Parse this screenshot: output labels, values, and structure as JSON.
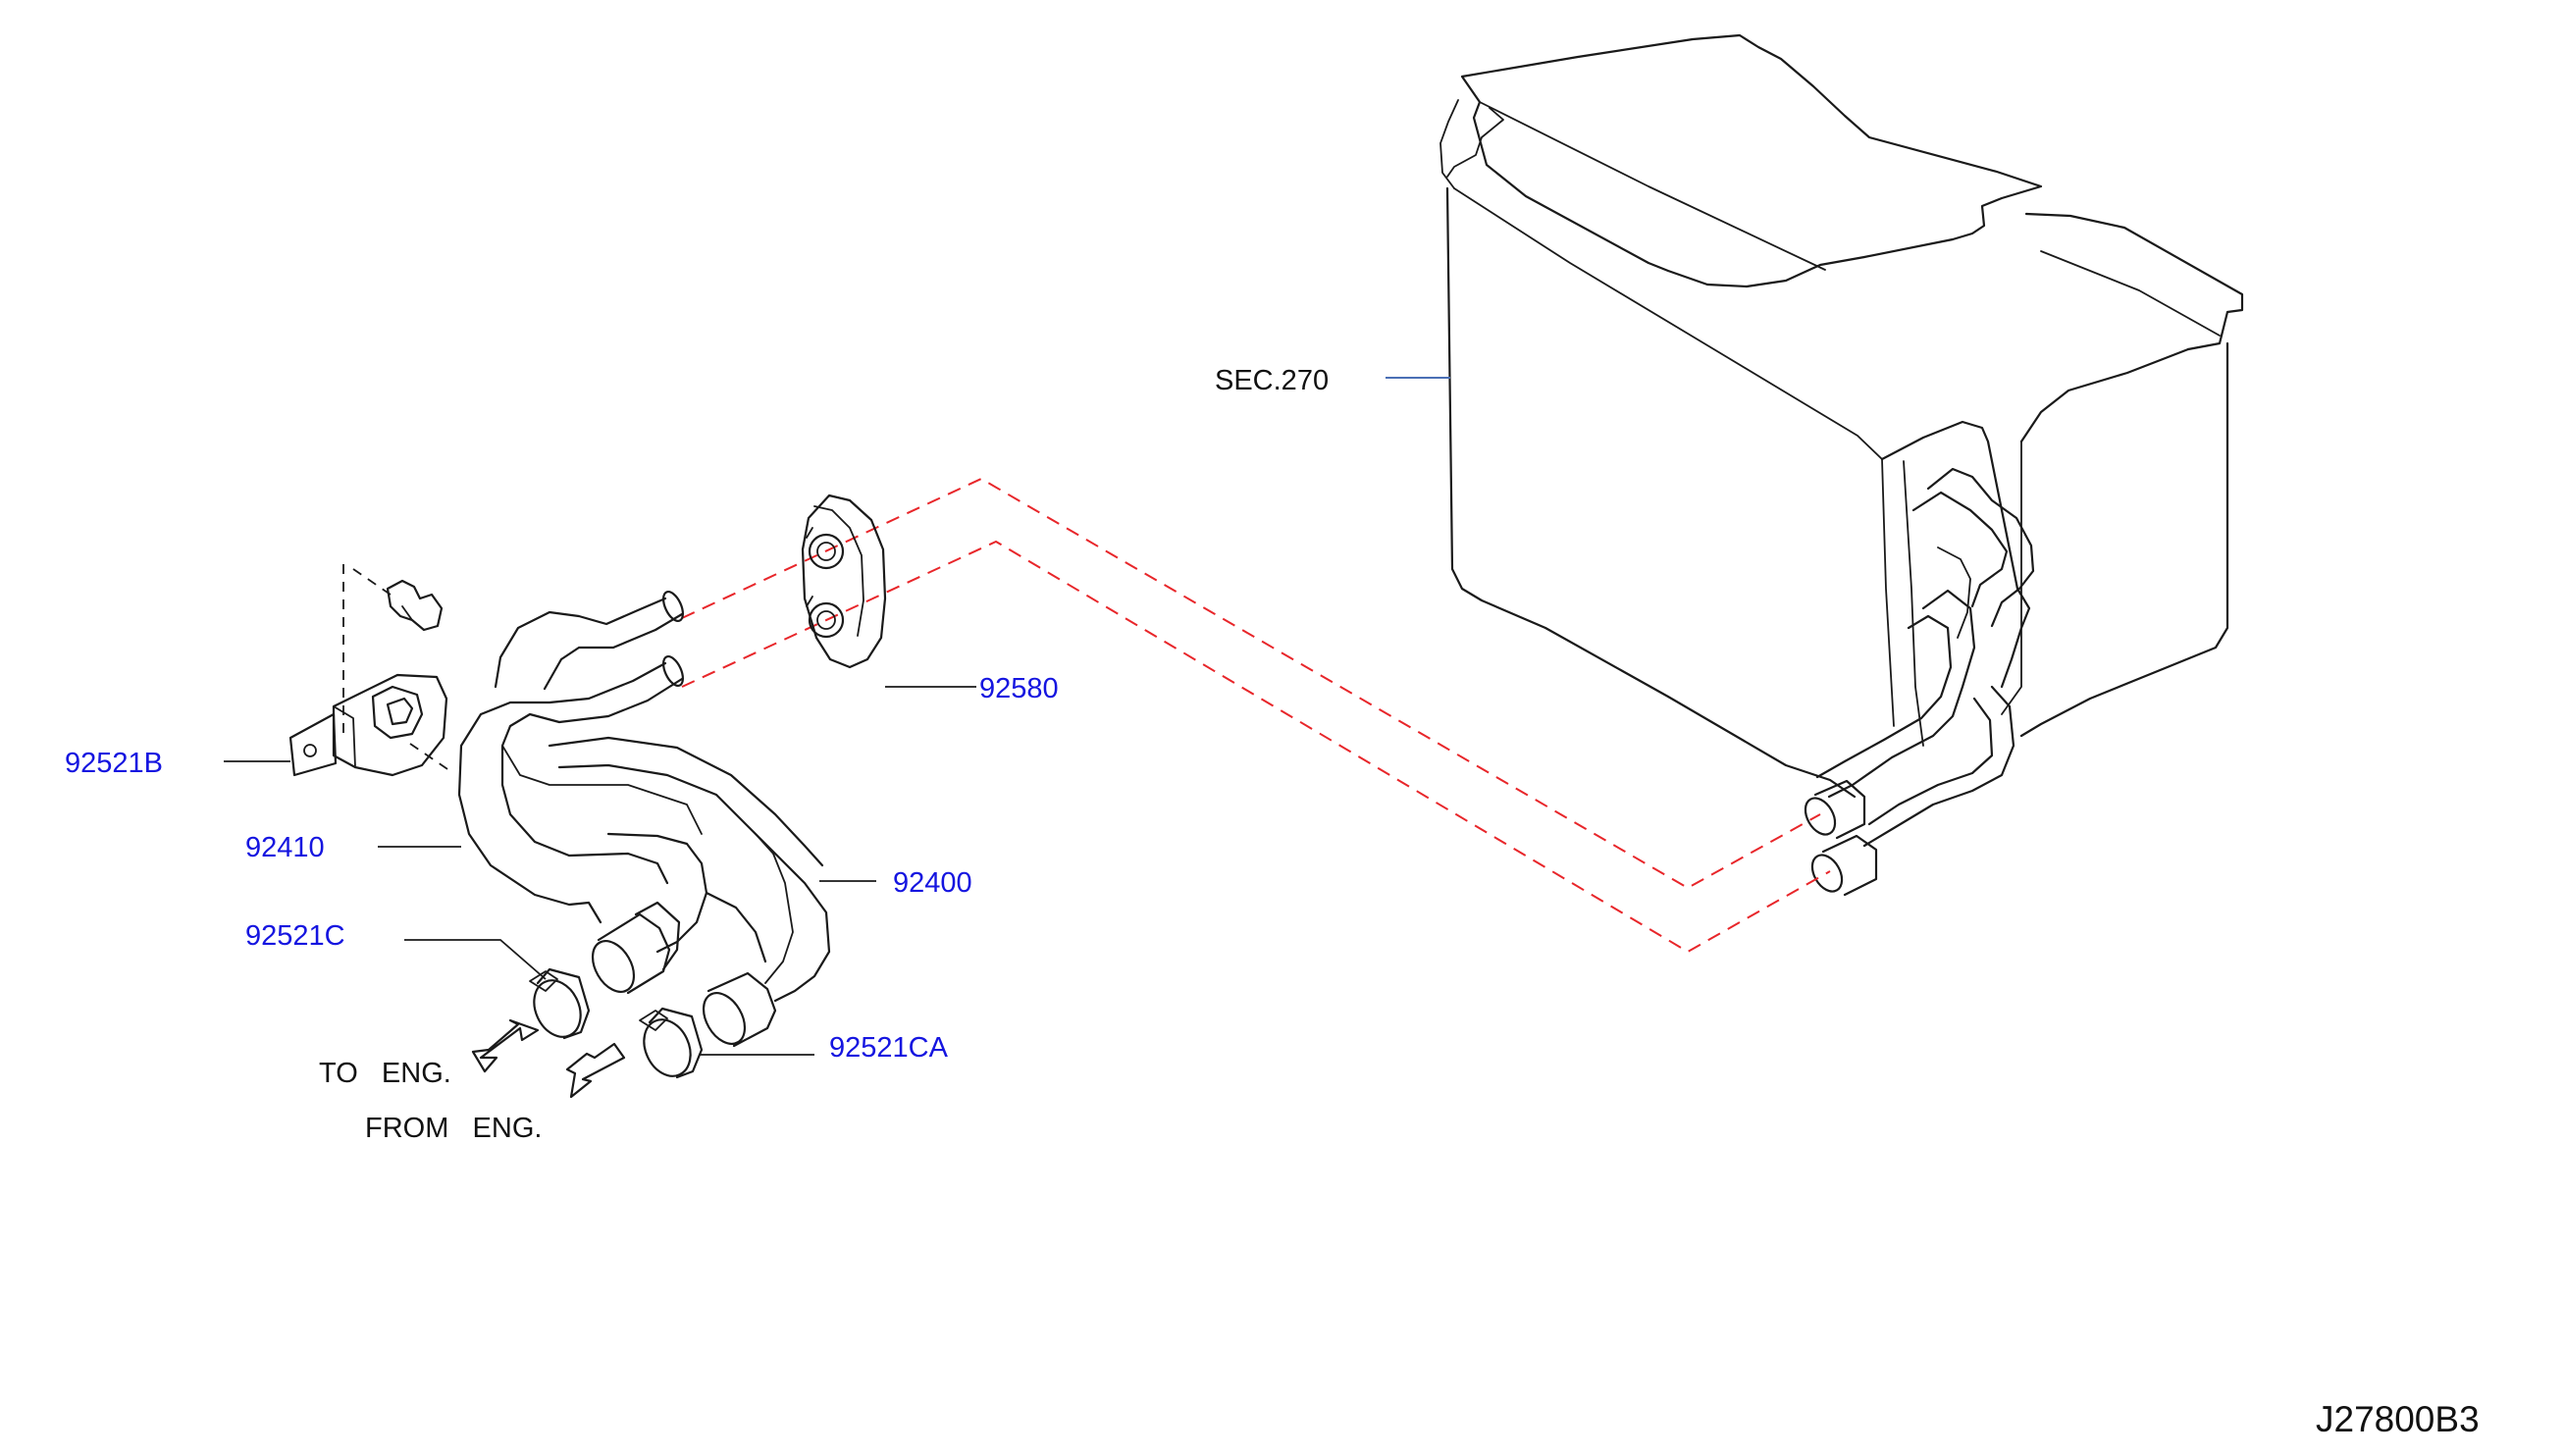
{
  "diagram": {
    "reference_code": "J27800B3",
    "section_label": "SEC.270",
    "parts": [
      {
        "id": "p92580",
        "number": "92580"
      },
      {
        "id": "p92521B",
        "number": "92521B"
      },
      {
        "id": "p92410",
        "number": "92410"
      },
      {
        "id": "p92400",
        "number": "92400"
      },
      {
        "id": "p92521C",
        "number": "92521C"
      },
      {
        "id": "p92521CA",
        "number": "92521CA"
      }
    ],
    "flow_labels": {
      "to_engine": "TO   ENG.",
      "from_engine": "FROM   ENG."
    },
    "colors": {
      "part_number": "#1515e0",
      "linework": "#1a1a1a",
      "connection_dash": "#e8262a",
      "section_leader": "#4a6fb5"
    }
  }
}
